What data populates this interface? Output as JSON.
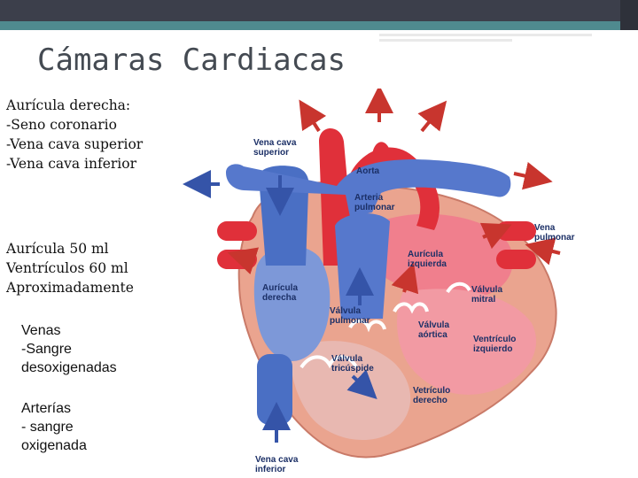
{
  "slide": {
    "title": "Cámaras Cardiacas",
    "block1": [
      "Aurícula derecha:",
      "-Seno coronario",
      "-Vena cava superior",
      "-Vena cava inferior"
    ],
    "block2": [
      "Aurícula 50 ml",
      "Ventrículos 60 ml",
      "Aproximadamente"
    ],
    "block3": [
      "Venas",
      "-Sangre",
      "desoxigenadas"
    ],
    "block4": [
      "Arterías",
      "- sangre",
      "oxigenada"
    ]
  },
  "diagram": {
    "labels": {
      "vena_cava_superior": [
        "Vena cava",
        "superior"
      ],
      "aorta": "Aorta",
      "arteria_pulmonar": [
        "Arteria",
        "pulmonar"
      ],
      "vena_pulmonar": [
        "Vena",
        "pulmonar"
      ],
      "auricula_izquierda": [
        "Aurícula",
        "izquierda"
      ],
      "auricula_derecha": [
        "Aurícula",
        "derecha"
      ],
      "valvula_mitral": [
        "Válvula",
        "mitral"
      ],
      "valvula_pulmonar": [
        "Válvula",
        "pulmonar"
      ],
      "valvula_aortica": [
        "Válvula",
        "aórtica"
      ],
      "ventriculo_izquierdo": [
        "Ventrículo",
        "izquierdo"
      ],
      "valvula_tricuspide": [
        "Válvula",
        "tricúspide"
      ],
      "ventriculo_derecho": [
        "Vetrículo",
        "derecho"
      ],
      "vena_cava_inferior": [
        "Vena cava",
        "inferior"
      ]
    },
    "colors": {
      "oxygenated": "#e0303a",
      "deoxygenated": "#4a6fc4",
      "muscle": "#e9a18f",
      "arrow": "#c8352e"
    }
  }
}
